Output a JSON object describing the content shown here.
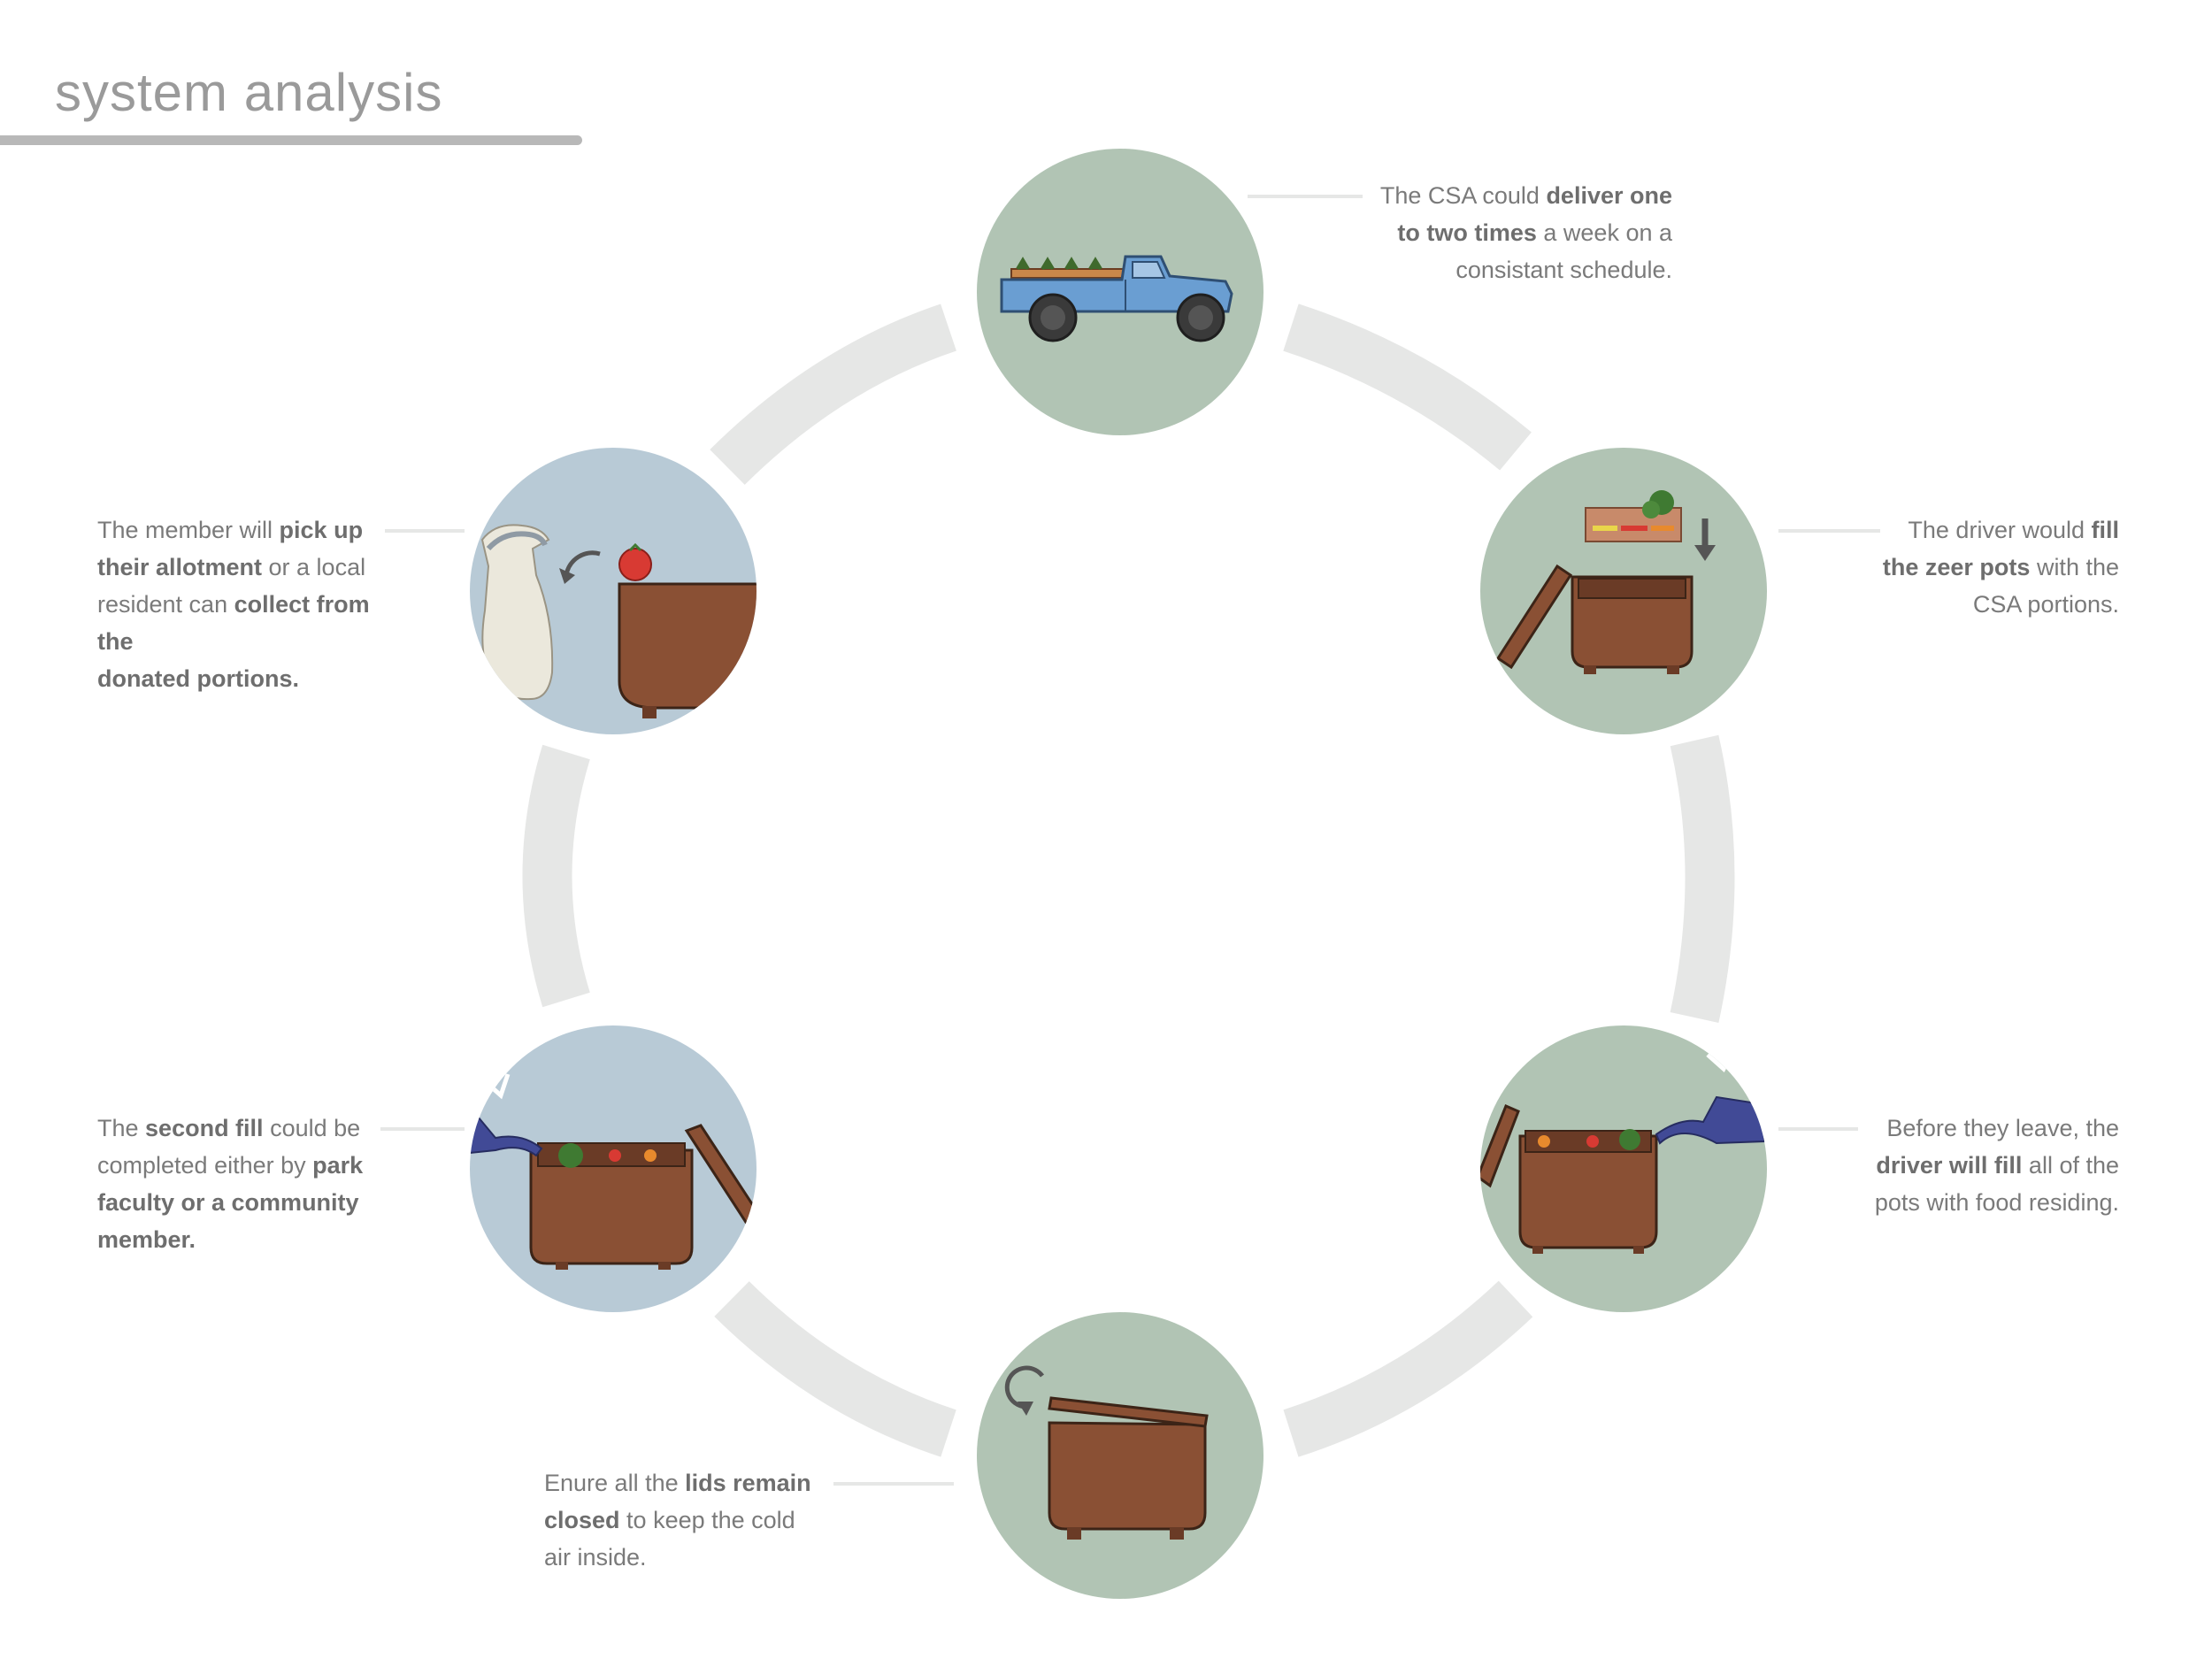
{
  "title": "system analysis",
  "colors": {
    "ring": "#e6e7e6",
    "green_circle": "#b1c4b4",
    "blue_circle": "#b8cad6",
    "pot_brown": "#8a5034",
    "truck_blue": "#6a9ed2",
    "watering_can": "#414a96",
    "bag": "#ebe8dc",
    "tomato": "#d83a33"
  },
  "steps": [
    {
      "id": "deliver",
      "icon": "pickup-truck-icon",
      "segments": [
        {
          "text": "The CSA could ",
          "bold": false
        },
        {
          "text": "deliver one",
          "bold": true
        },
        {
          "br": true
        },
        {
          "text": "to two times",
          "bold": true
        },
        {
          "text": " a week on a",
          "bold": false
        },
        {
          "br": true
        },
        {
          "text": "consistant schedule.",
          "bold": false
        }
      ]
    },
    {
      "id": "fill-pots",
      "icon": "crate-into-pot-icon",
      "segments": [
        {
          "text": "The driver would ",
          "bold": false
        },
        {
          "text": "fill",
          "bold": true
        },
        {
          "br": true
        },
        {
          "text": "the zeer pots",
          "bold": true
        },
        {
          "text": " with the",
          "bold": false
        },
        {
          "br": true
        },
        {
          "text": "CSA portions.",
          "bold": false
        }
      ]
    },
    {
      "id": "driver-water",
      "icon": "watering-can-pot-icon",
      "segments": [
        {
          "text": "Before they leave, the",
          "bold": false
        },
        {
          "br": true
        },
        {
          "text": "driver will fill",
          "bold": true
        },
        {
          "text": " all of the",
          "bold": false
        },
        {
          "br": true
        },
        {
          "text": "pots with food residing.",
          "bold": false
        }
      ]
    },
    {
      "id": "lids-closed",
      "icon": "closing-lid-icon",
      "segments": [
        {
          "text": "Enure all the ",
          "bold": false
        },
        {
          "text": "lids remain",
          "bold": true
        },
        {
          "br": true
        },
        {
          "text": "closed",
          "bold": true
        },
        {
          "text": " to keep the cold",
          "bold": false
        },
        {
          "br": true
        },
        {
          "text": "air inside.",
          "bold": false
        }
      ]
    },
    {
      "id": "second-fill",
      "icon": "watering-can-pot-icon",
      "segments": [
        {
          "text": "The ",
          "bold": false
        },
        {
          "text": "second fill",
          "bold": true
        },
        {
          "text": " could be",
          "bold": false
        },
        {
          "br": true
        },
        {
          "text": "completed either by ",
          "bold": false
        },
        {
          "text": "park",
          "bold": true
        },
        {
          "br": true
        },
        {
          "text": "faculty or a community",
          "bold": true
        },
        {
          "br": true
        },
        {
          "text": "member.",
          "bold": true
        }
      ]
    },
    {
      "id": "pick-up",
      "icon": "bag-and-tomato-icon",
      "segments": [
        {
          "text": "The member will ",
          "bold": false
        },
        {
          "text": "pick up",
          "bold": true
        },
        {
          "br": true
        },
        {
          "text": "their allotment",
          "bold": true
        },
        {
          "text": " or a local",
          "bold": false
        },
        {
          "br": true
        },
        {
          "text": "resident can ",
          "bold": false
        },
        {
          "text": "collect from the",
          "bold": true
        },
        {
          "br": true
        },
        {
          "text": "donated portions.",
          "bold": true
        }
      ]
    }
  ]
}
